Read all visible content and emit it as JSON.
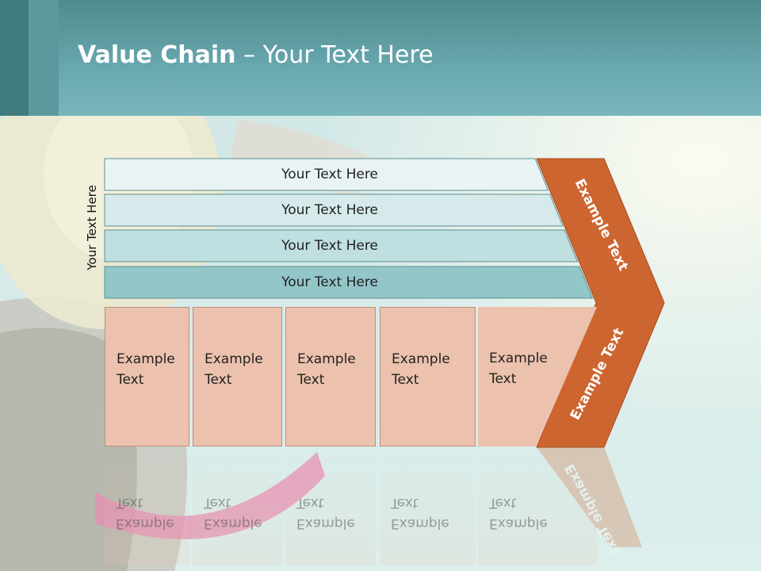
{
  "title": {
    "bold": "Value Chain",
    "rest": " – Your Text Here"
  },
  "side_label": "Your Text Here",
  "support_rows": [
    {
      "label": "Your Text Here",
      "color": "#eaf3f4"
    },
    {
      "label": "Your Text Here",
      "color": "#d6eaeb"
    },
    {
      "label": "Your Text Here",
      "color": "#bfdfe0"
    },
    {
      "label": "Your Text Here",
      "color": "#92c6c8"
    }
  ],
  "primary_boxes": [
    {
      "label": "Example\nText"
    },
    {
      "label": "Example\nText"
    },
    {
      "label": "Example\nText"
    },
    {
      "label": "Example\nText"
    },
    {
      "label": "Example\nText"
    }
  ],
  "margin_arrow": {
    "upper_label": "Example Text",
    "lower_label": "Example Text",
    "color": "#cd6530"
  }
}
